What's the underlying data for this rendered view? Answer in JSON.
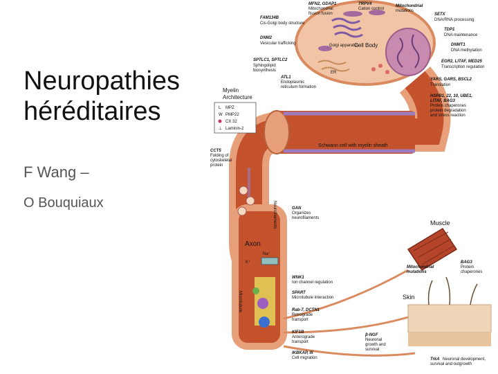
{
  "slide": {
    "title_line1": "Neuropathies",
    "title_line2": "héréditaires",
    "author1": "F Wang –",
    "author2": "O Bouquiaux"
  },
  "diagram": {
    "regions": {
      "cell_body": "Cell Body",
      "golgi": "Golgi apparatus",
      "er": "ER",
      "schwann": "Schwann cell with myelin sheath",
      "axon": "Axon",
      "neurofilaments": "Neurofilaments",
      "microtubule": "Microtubule",
      "muscle": "Muscle",
      "skin": "Skin",
      "na_ion": "Na⁺",
      "k_ion": "K⁺"
    },
    "myelin_box": {
      "title_line1": "Myelin",
      "title_line2": "Architecture",
      "items": [
        "MPZ",
        "PMP22",
        "CX 32",
        "Laminin-2"
      ]
    },
    "annotations": [
      {
        "gene": "MFN2, GDAP1",
        "desc": [
          "Mitochondrial",
          "fission fusion"
        ]
      },
      {
        "gene": "TRPV4",
        "desc": [
          "Cation control"
        ]
      },
      {
        "gene": "Mitochondrial",
        "desc": [
          "mutations"
        ]
      },
      {
        "gene": "FAM134B",
        "desc": [
          "Cis-Golgi body structure"
        ]
      },
      {
        "gene": "SETX",
        "desc": [
          "DNA/RNA processing"
        ]
      },
      {
        "gene": "TDP1",
        "desc": [
          "DNA maintenance"
        ]
      },
      {
        "gene": "DNM2",
        "desc": [
          "Vesicular trafficking"
        ]
      },
      {
        "gene": "DNMT1",
        "desc": [
          "DNA methylation"
        ]
      },
      {
        "gene": "SPTLC1, SPTLC2",
        "desc": [
          "Sphingolipid",
          "biosynthesis"
        ]
      },
      {
        "gene": "EGR2, LITAF, MED25",
        "desc": [
          "Transcription regulation"
        ]
      },
      {
        "gene": "ATL1",
        "desc": [
          "Endoplasmic",
          "reticulum formation"
        ]
      },
      {
        "gene": "YARS, GARS, BSCL2",
        "desc": [
          "Translation"
        ]
      },
      {
        "gene": "HSPB1, 22, 10, UBE1,",
        "desc": [
          "LITAF, BAG3",
          "Protein chaperones",
          "protein degradation",
          "and stress reaction"
        ]
      },
      {
        "gene": "CCT5",
        "desc": [
          "Folding of",
          "cytoskeletal",
          "protein"
        ]
      },
      {
        "gene": "GAN",
        "desc": [
          "Organizes",
          "neurofilaments"
        ]
      },
      {
        "gene": "BAG3",
        "desc": [
          "Protein",
          "chaperones"
        ]
      },
      {
        "gene": "Mitochondrial",
        "desc": [
          "mutations"
        ]
      },
      {
        "gene": "WNK1",
        "desc": [
          "Ion channel regulation"
        ]
      },
      {
        "gene": "SPART",
        "desc": [
          "Microtubule interaction"
        ]
      },
      {
        "gene": "Rab-7, DCTN1",
        "desc": [
          "Retrograde",
          "transport"
        ]
      },
      {
        "gene": "KIF1B",
        "desc": [
          "Anterograde",
          "transport"
        ]
      },
      {
        "gene": "β-NGF",
        "desc": [
          "Neuronal",
          "growth and",
          "survival"
        ]
      },
      {
        "gene": "IKBKAP, III",
        "desc": [
          "Cell migration"
        ]
      },
      {
        "gene": "TrkA",
        "desc": [
          "Neuronal development,",
          "survival and outgrowth"
        ]
      }
    ]
  },
  "colors": {
    "cell_fill": "#f2c4a6",
    "cell_membrane": "#d98a5e",
    "axon_fill": "#c4532d",
    "schwann_fill": "#e8a07a",
    "myelin_purple": "#9c7bbf",
    "nucleus": "#c98ab0",
    "muscle": "#b5452a",
    "skin": "#f0d6b8"
  }
}
